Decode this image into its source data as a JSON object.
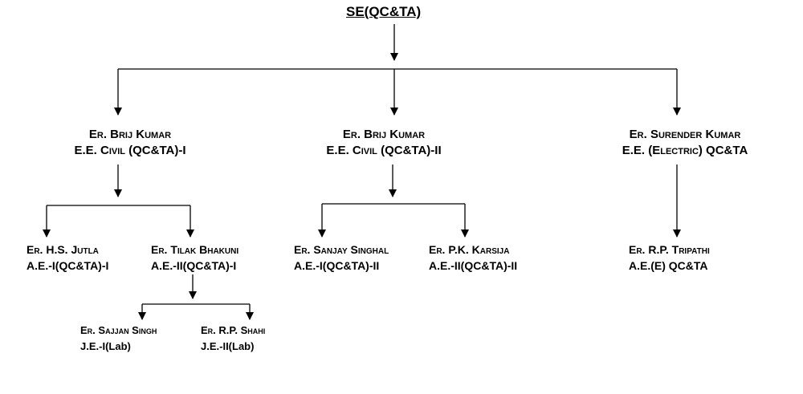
{
  "root": {
    "title": "SE(QC&TA)"
  },
  "ee_civil_1": {
    "name": "Er. Brij Kumar",
    "designation": "E.E. Civil (QC&TA)-I"
  },
  "ee_civil_2": {
    "name": "Er. Brij Kumar",
    "designation": "E.E. Civil (QC&TA)-II"
  },
  "ee_electric": {
    "name": "Er. Surender Kumar",
    "designation": "E.E. (Electric) QC&TA"
  },
  "ae_jutla": {
    "name": "Er. H.S. Jutla",
    "designation": "A.E.-I(QC&TA)-I"
  },
  "ae_bhakuni": {
    "name": "Er. Tilak Bhakuni",
    "designation": "A.E.-II(QC&TA)-I"
  },
  "ae_singhal": {
    "name": "Er. Sanjay Singhal",
    "designation": "A.E.-I(QC&TA)-II"
  },
  "ae_karsija": {
    "name": "Er. P.K. Karsija",
    "designation": "A.E.-II(QC&TA)-II"
  },
  "ae_tripathi": {
    "name": "Er. R.P. Tripathi",
    "designation": "A.E.(E) QC&TA"
  },
  "je_sajjan": {
    "name": "Er. Sajjan Singh",
    "designation": "J.E.-I(Lab)"
  },
  "je_shahi": {
    "name": "Er. R.P. Shahi",
    "designation": "J.E.-II(Lab)"
  }
}
